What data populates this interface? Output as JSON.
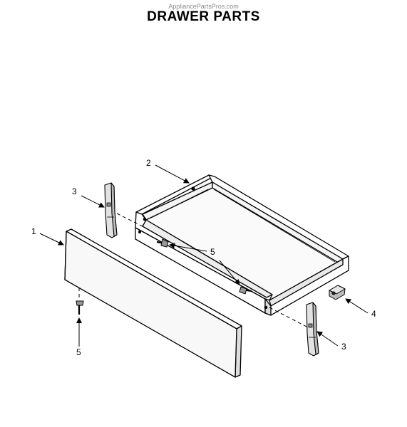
{
  "header": {
    "watermark": "AppliancePartsPros.com",
    "title": "DRAWER PARTS"
  },
  "callouts": [
    {
      "id": "c1",
      "label": "1"
    },
    {
      "id": "c2",
      "label": "2"
    },
    {
      "id": "c3a",
      "label": "3"
    },
    {
      "id": "c3b",
      "label": "3"
    },
    {
      "id": "c4",
      "label": "4"
    },
    {
      "id": "c5a",
      "label": "5"
    },
    {
      "id": "c5b",
      "label": "5"
    }
  ]
}
